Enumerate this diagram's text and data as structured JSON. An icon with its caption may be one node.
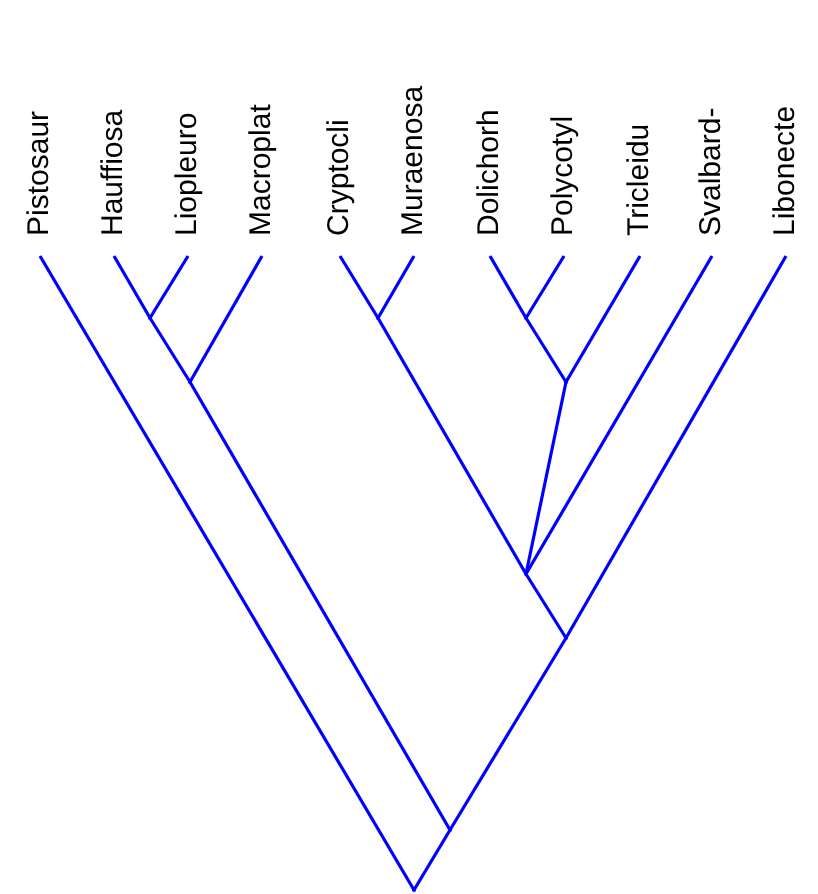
{
  "diagram": {
    "nodes": [
      {
        "text": [
          "Pistosaur"
        ]
      },
      {
        "text": [
          "Hauffiosa"
        ]
      },
      {
        "text": [
          "Liopleuro"
        ]
      },
      {
        "text": [
          "Macroplat"
        ]
      },
      {
        "text": [
          "Cryptocli"
        ]
      },
      {
        "text": [
          "Muraenosa"
        ]
      },
      {
        "text": [
          "Dolichorh"
        ]
      },
      {
        "text": [
          "Polycotyl"
        ]
      },
      {
        "text": [
          "Tricleidu"
        ]
      },
      {
        "text": [
          "Svalbard-"
        ]
      },
      {
        "text": [
          "Libonecte"
        ]
      },
      {
        "text": [],
        "shape": "point"
      },
      {
        "text": [],
        "shape": "point"
      },
      {
        "text": [],
        "shape": "point"
      },
      {
        "text": [],
        "shape": "point"
      },
      {
        "text": [],
        "shape": "point"
      },
      {
        "text": [],
        "shape": "point"
      },
      {
        "text": [],
        "shape": "point"
      },
      {
        "text": [],
        "shape": "point"
      },
      {
        "text": [],
        "shape": "point"
      }
    ],
    "edges": [
      {
        "from": 19,
        "to": 0,
        "arrow": "none"
      },
      {
        "from": 19,
        "to": 18,
        "arrow": "none"
      },
      {
        "from": 18,
        "to": 12,
        "arrow": "none"
      },
      {
        "from": 18,
        "to": 17,
        "arrow": "none"
      },
      {
        "from": 12,
        "to": 11,
        "arrow": "none"
      },
      {
        "from": 12,
        "to": 3,
        "arrow": "none"
      },
      {
        "from": 11,
        "to": 1,
        "arrow": "none"
      },
      {
        "from": 11,
        "to": 2,
        "arrow": "none"
      },
      {
        "from": 17,
        "to": 16,
        "arrow": "none"
      },
      {
        "from": 17,
        "to": 10,
        "arrow": "none"
      },
      {
        "from": 16,
        "to": 13,
        "arrow": "none"
      },
      {
        "from": 16,
        "to": 15,
        "arrow": "none"
      },
      {
        "from": 16,
        "to": 9,
        "arrow": "none"
      },
      {
        "from": 13,
        "to": 4,
        "arrow": "none"
      },
      {
        "from": 13,
        "to": 5,
        "arrow": "none"
      },
      {
        "from": 15,
        "to": 14,
        "arrow": "none"
      },
      {
        "from": 15,
        "to": 8,
        "arrow": "none"
      },
      {
        "from": 14,
        "to": 6,
        "arrow": "none"
      },
      {
        "from": 14,
        "to": 7,
        "arrow": "none"
      }
    ]
  }
}
